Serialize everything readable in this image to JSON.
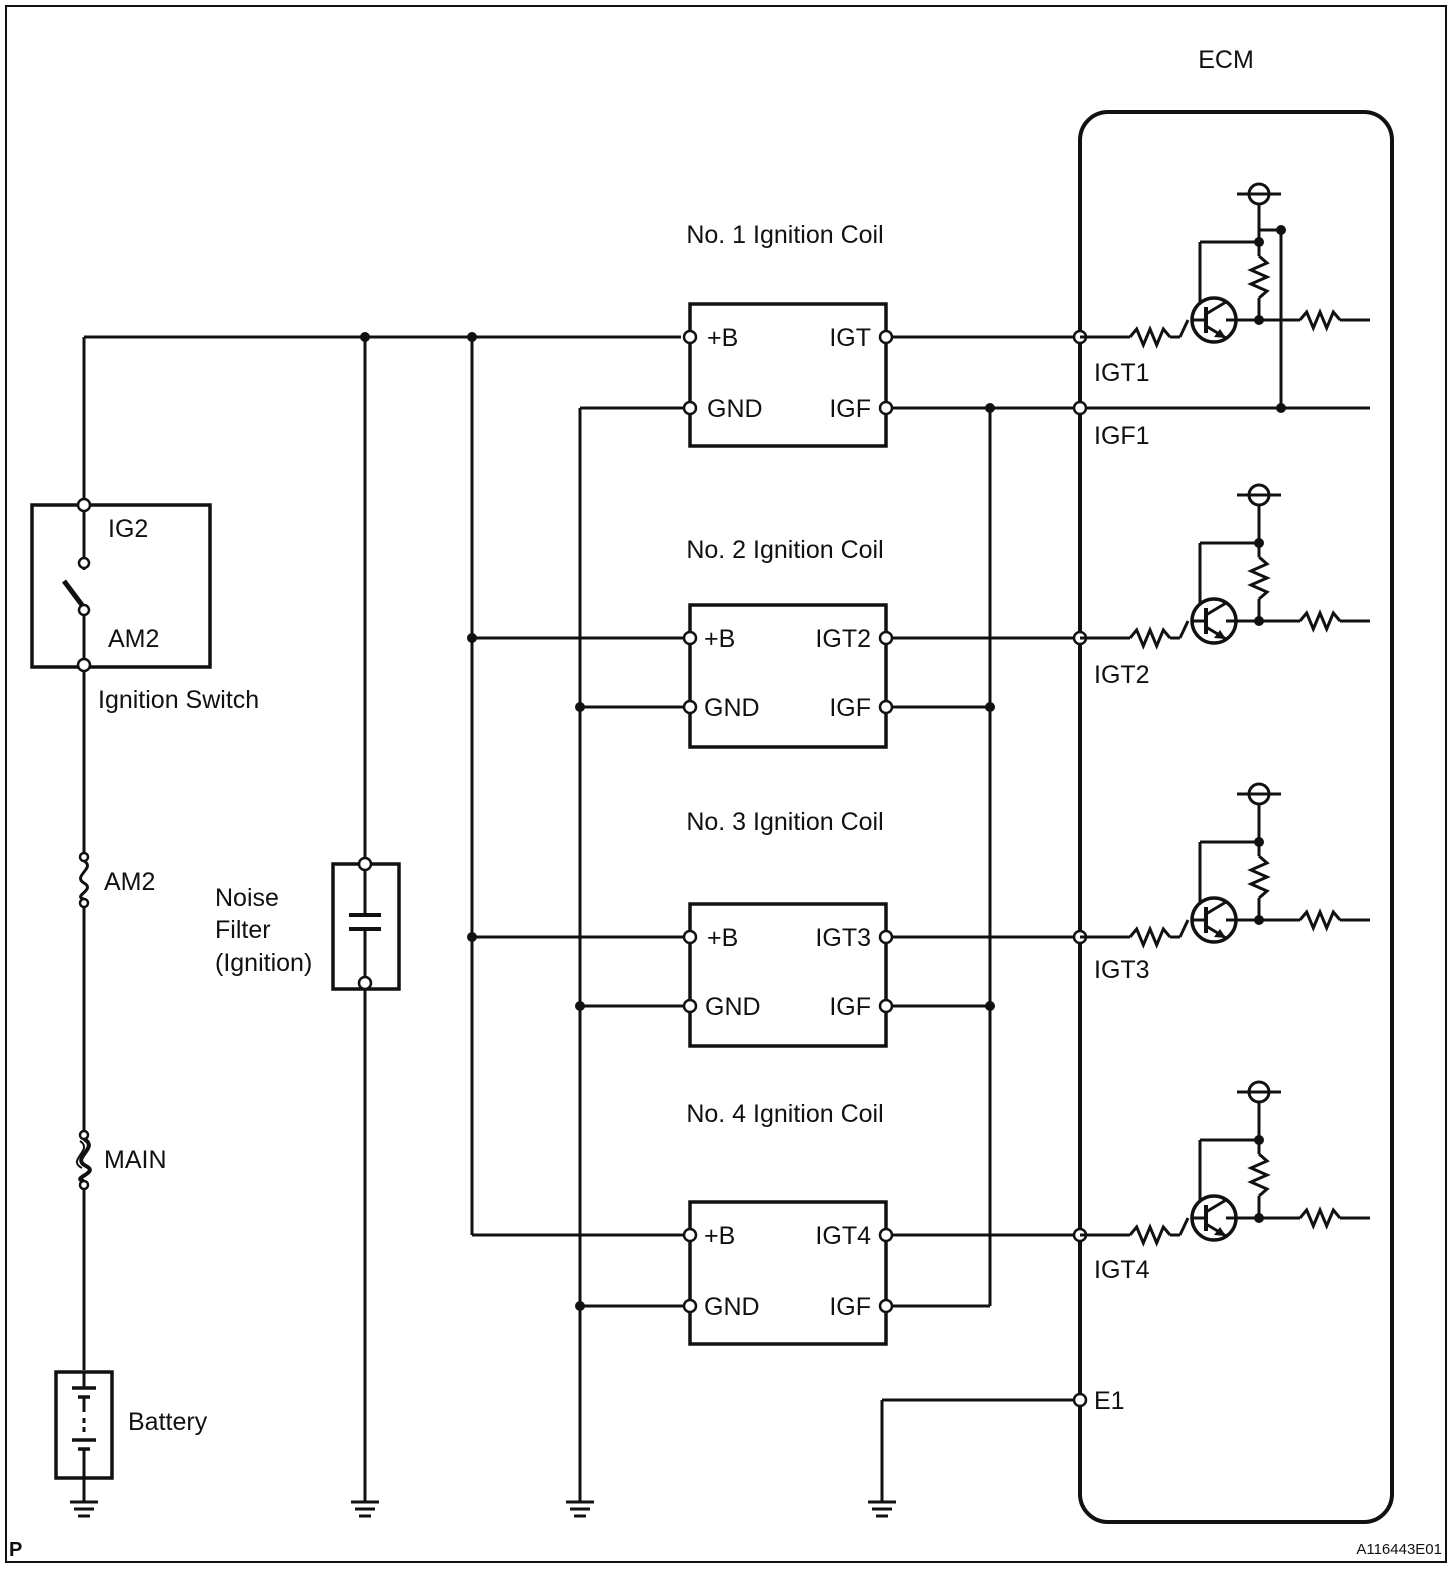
{
  "ecm": {
    "title": "ECM",
    "pins": [
      "IGT1",
      "IGF1",
      "IGT2",
      "IGT3",
      "IGT4",
      "E1"
    ]
  },
  "ignition_switch": {
    "label": "Ignition Switch",
    "pin_top": "IG2",
    "pin_bottom": "AM2"
  },
  "fuses": [
    {
      "label": "AM2"
    },
    {
      "label": "MAIN"
    }
  ],
  "battery": {
    "label": "Battery"
  },
  "noise_filter": {
    "line1": "Noise",
    "line2": "Filter",
    "line3": "(Ignition)"
  },
  "coils": [
    {
      "title": "No. 1 Ignition Coil",
      "plus_b": "+B",
      "gnd": "GND",
      "igt": "IGT",
      "igf": "IGF"
    },
    {
      "title": "No. 2 Ignition Coil",
      "plus_b": "+B",
      "gnd": "GND",
      "igt": "IGT2",
      "igf": "IGF"
    },
    {
      "title": "No. 3 Ignition Coil",
      "plus_b": "+B",
      "gnd": "GND",
      "igt": "IGT3",
      "igf": "IGF"
    },
    {
      "title": "No. 4 Ignition Coil",
      "plus_b": "+B",
      "gnd": "GND",
      "igt": "IGT4",
      "igf": "IGF"
    }
  ],
  "corner": {
    "left": "P",
    "right": "A116443E01"
  }
}
